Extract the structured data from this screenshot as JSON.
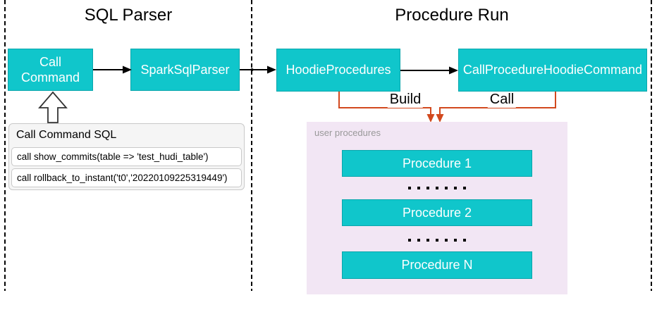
{
  "sections": {
    "sql_parser_title": "SQL Parser",
    "procedure_run_title": "Procedure Run"
  },
  "nodes": {
    "call_command": "Call Command",
    "spark_sql_parser": "SparkSqlParser",
    "hoodie_procedures": "HoodieProcedures",
    "call_procedure_hoodie_command": "CallProcedureHoodieCommand"
  },
  "edges": {
    "build_label": "Build",
    "call_label": "Call"
  },
  "sql_box": {
    "header": "Call Command SQL",
    "rows": [
      "call show_commits(table => 'test_hudi_table')",
      "call rollback_to_instant('t0','20220109225319449')"
    ]
  },
  "user_procedures": {
    "label": "user procedures",
    "items": [
      "Procedure 1",
      "Procedure 2",
      "Procedure N"
    ],
    "separator_dots": 7
  },
  "colors": {
    "node_fill": "#10C6CB",
    "node_border": "#0AA6AC",
    "node_text": "#FFFFFF",
    "panel_fill": "#F2E6F4",
    "connector_orange": "#D2491E",
    "connector_black": "#000000",
    "label_gray": "#999999",
    "sql_box_bg": "#F5F5F5",
    "sql_box_border": "#C9C9C9"
  }
}
